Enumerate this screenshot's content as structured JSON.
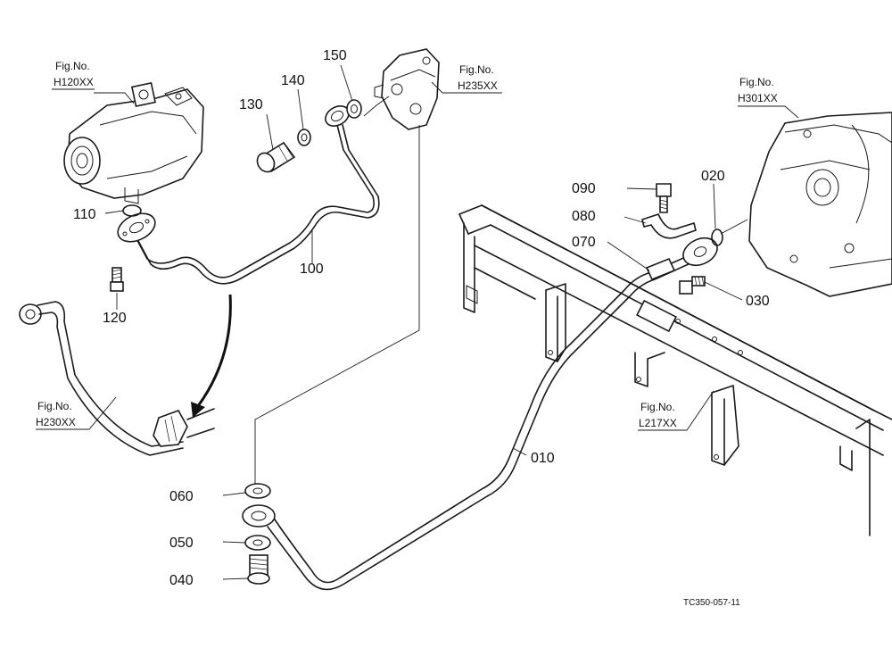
{
  "callouts": {
    "p010": "010",
    "p020": "020",
    "p030": "030",
    "p040": "040",
    "p050": "050",
    "p060": "060",
    "p070": "070",
    "p080": "080",
    "p090": "090",
    "p100": "100",
    "p110": "110",
    "p120": "120",
    "p130": "130",
    "p140": "140",
    "p150": "150"
  },
  "figrefs": {
    "h120": {
      "label": "Fig.No.",
      "number": "H120XX"
    },
    "h235": {
      "label": "Fig.No.",
      "number": "H235XX"
    },
    "h301": {
      "label": "Fig.No.",
      "number": "H301XX"
    },
    "h230": {
      "label": "Fig.No.",
      "number": "H230XX"
    },
    "l217": {
      "label": "Fig.No.",
      "number": "L217XX"
    }
  },
  "drawing_code": "TC350-057-11"
}
